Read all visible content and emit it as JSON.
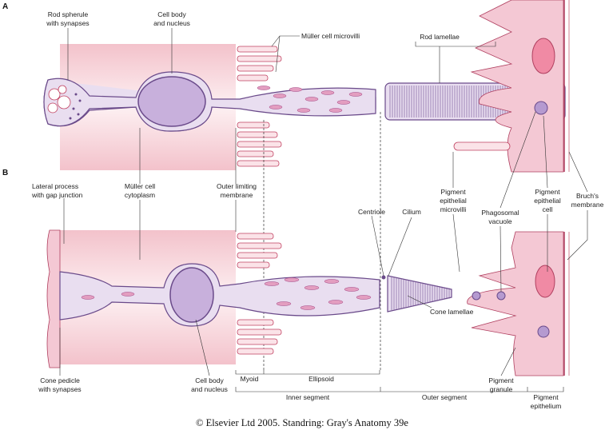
{
  "panels": {
    "a": "A",
    "b": "B"
  },
  "labels_a": {
    "rod_spherule": [
      "Rod spherule",
      "with synapses"
    ],
    "cell_body": [
      "Cell body",
      "and nucleus"
    ],
    "muller_microvilli": "Müller cell microvilli",
    "rod_lamellae": "Rod lamellae"
  },
  "labels_b": {
    "lateral_process": [
      "Lateral process",
      "with gap junction"
    ],
    "muller_cytoplasm": [
      "Müller cell",
      "cytoplasm"
    ],
    "outer_limiting": [
      "Outer limiting",
      "membrane"
    ],
    "centriole": "Centriole",
    "cilium": "Cilium",
    "pe_microvilli": [
      "Pigment",
      "epithelial",
      "microvilli"
    ],
    "phagosomal": [
      "Phagosomal",
      "vacuole"
    ],
    "pe_cell": [
      "Pigment",
      "epithelial",
      "cell"
    ],
    "bruchs": [
      "Bruch's",
      "membrane"
    ],
    "cone_lamellae": "Cone lamellae",
    "cone_pedicle": [
      "Cone pedicle",
      "with synapses"
    ],
    "cell_body": [
      "Cell body",
      "and nucleus"
    ],
    "myoid": "Myoid",
    "ellipsoid": "Ellipsoid",
    "inner_segment": "Inner segment",
    "outer_segment": "Outer segment",
    "pigment_granule": [
      "Pigment",
      "granule"
    ],
    "pigment_epithelium": [
      "Pigment",
      "epithelium"
    ]
  },
  "copyright": "© Elsevier Ltd 2005. Standring: Gray's Anatomy 39e",
  "colors": {
    "muller": "#f7d6dc",
    "cell": "#e9def0",
    "nucleus": "#c8b0dc",
    "pigment": "#f4c8d4"
  }
}
